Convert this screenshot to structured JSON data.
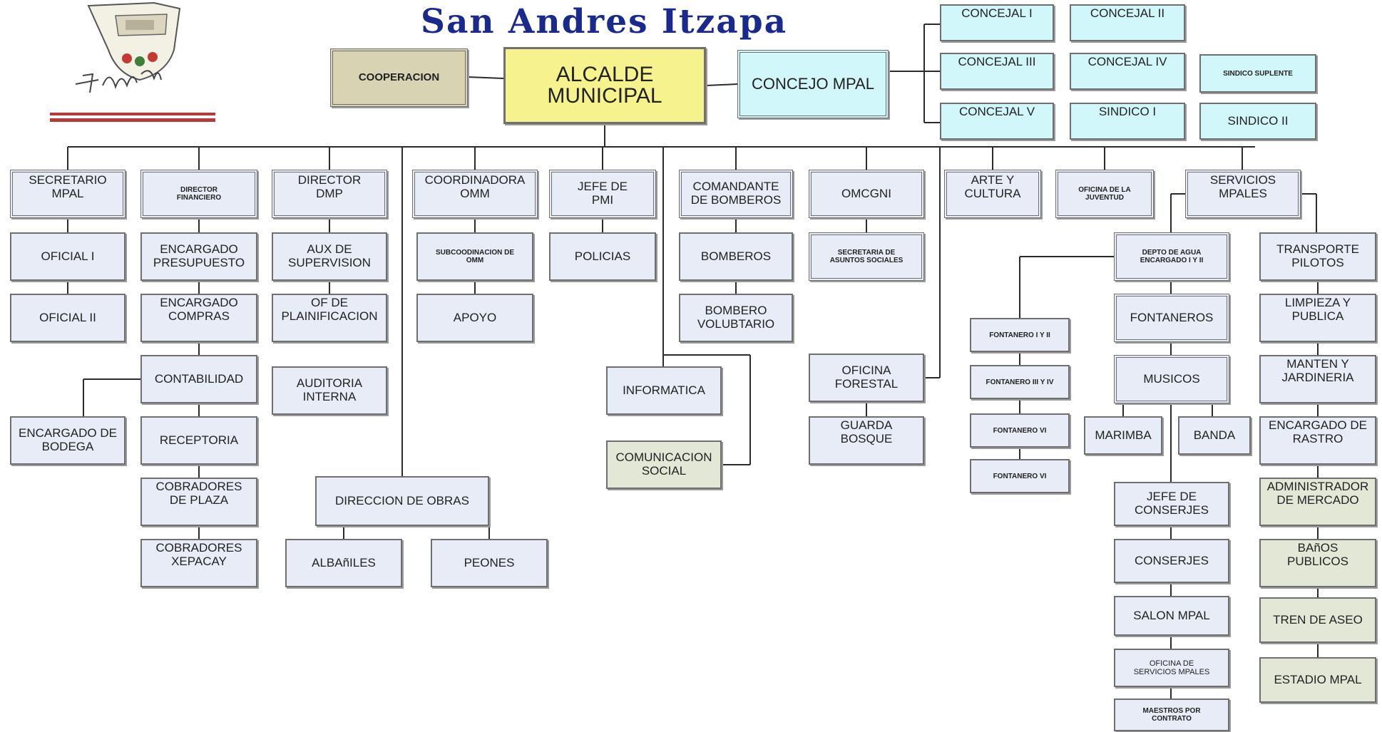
{
  "header": {
    "title": "San Andres Itzapa",
    "logo_script": "Tu Muni"
  },
  "colors": {
    "title": "#1a2a8c",
    "line": "#2b2b2b",
    "box_blue": "#e7ecf6",
    "box_cyan": "#d2f7fb",
    "box_yellow": "#f6f28e",
    "box_khaki": "#d8d3b3",
    "box_green": "#e3e8d6"
  },
  "org": {
    "alcalde": "ALCALDE\nMUNICIPAL",
    "cooperacion": "COOPERACION",
    "concejo": "CONCEJO MPAL",
    "concejal_1": "CONCEJAL I",
    "concejal_2": "CONCEJAL II",
    "concejal_3": "CONCEJAL III",
    "concejal_4": "CONCEJAL IV",
    "concejal_5": "CONCEJAL V",
    "sindico_1": "SINDICO I",
    "sindico_2": "SINDICO II",
    "sindico_suplente": "SINDICO SUPLENTE",
    "secretario": "SECRETARIO\nMPAL",
    "oficial_1": "OFICIAL I",
    "oficial_2": "OFICIAL II",
    "director_financiero": "DIRECTOR\nFINANCIERO",
    "encargado_presupuesto": "ENCARGADO\nPRESUPUESTO",
    "encargado_compras": "ENCARGADO\nCOMPRAS",
    "contabilidad": "CONTABILIDAD",
    "encargado_bodega": "ENCARGADO DE\nBODEGA",
    "receptoria": "RECEPTORIA",
    "cobradores_plaza": "COBRADORES\nDE PLAZA",
    "cobradores_xepacay": "COBRADORES\nXEPACAY",
    "director_dmp": "DIRECTOR\nDMP",
    "aux_supervision": "AUX DE\nSUPERVISION",
    "of_planificacion": "OF DE\nPLAINIFICACION",
    "auditoria": "AUDITORIA\nINTERNA",
    "direccion_obras": "DIRECCION DE OBRAS",
    "albaniles": "ALBAñILES",
    "peones": "PEONES",
    "coordinadora_omm": "COORDINADORA\nOMM",
    "subcoordinacion": "SUBCOODINACION DE\nOMM",
    "apoyo": "APOYO",
    "jefe_pmi": "JEFE DE\nPMI",
    "policias": "POLICIAS",
    "informatica": "INFORMATICA",
    "comunicacion": "COMUNICACION\nSOCIAL",
    "comandante": "COMANDANTE\nDE BOMBEROS",
    "bomberos": "BOMBEROS",
    "bombero_voluntario": "BOMBERO\nVOLUBTARIO",
    "omcgni": "OMCGNI",
    "secretaria_sociales": "SECRETARIA DE\nASUNTOS SOCIALES",
    "oficina_forestal": "OFICINA\nFORESTAL",
    "guarda_bosque": "GUARDA\nBOSQUE",
    "arte_cultura": "ARTE Y\nCULTURA",
    "oficina_juventud": "OFICINA DE LA\nJUVENTUD",
    "fontanero_1_2": "FONTANERO I Y II",
    "fontanero_3_4": "FONTANERO III Y IV",
    "fontanero_vi_a": "FONTANERO VI",
    "fontanero_vi_b": "FONTANERO VI",
    "servicios_mpales": "SERVICIOS\nMPALES",
    "depto_agua": "DEPTO DE AGUA\nENCARGADO I Y II",
    "fontaneros": "FONTANEROS",
    "musicos": "MUSICOS",
    "marimba": "MARIMBA",
    "banda": "BANDA",
    "jefe_conserjes": "JEFE DE\nCONSERJES",
    "conserjes": "CONSERJES",
    "salon_mpal": "SALON MPAL",
    "oficina_servicios": "OFICINA DE\nSERVICIOS MPALES",
    "maestros_contrato": "MAESTROS POR\nCONTRATO",
    "transporte_pilotos": "TRANSPORTE\nPILOTOS",
    "limpieza_publica": "LIMPIEZA Y\nPUBLICA",
    "manten_jardineria": "MANTEN Y\nJARDINERIA",
    "encargado_rastro": "ENCARGADO DE\nRASTRO",
    "administrador_mercado": "ADMINISTRADOR\nDE MERCADO",
    "banos_publicos": "BAñOS\nPUBLICOS",
    "tren_aseo": "TREN DE ASEO",
    "estadio_mpal": "ESTADIO MPAL"
  }
}
